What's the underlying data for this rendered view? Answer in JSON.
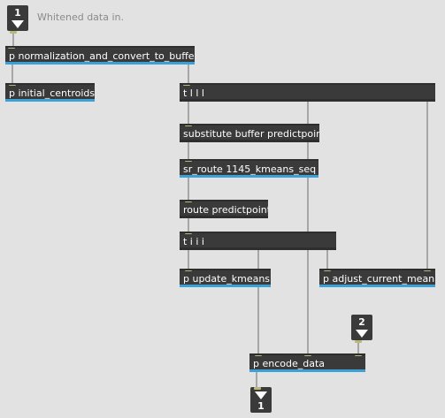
{
  "patcher": {
    "inlet_1": {
      "number": "1"
    },
    "inlet_2": {
      "number": "2"
    },
    "outlet_1": {
      "number": "1"
    },
    "comment_whitened": "Whitened data in.",
    "objects": {
      "normalization": "p normalization_and_convert_to_buffer",
      "initial_centroids": "p initial_centroids",
      "trigger_llll": "t l l l",
      "substitute": "substitute buffer predictpoint",
      "sr_route": "sr_route 1145_kmeans_seq",
      "route_predictpoint": "route predictpoint",
      "trigger_iii": "t i i i",
      "update_kmeans": "p update_kmeans",
      "adjust_current_mean": "p adjust_current_mean",
      "encode_data": "p encode_data"
    }
  },
  "colors": {
    "background": "#e2e2e2",
    "object_body": "#3a3a3a",
    "subpatcher_stripe": "#3ba0d6",
    "patch_cord": "#a7a7a7",
    "outlet_port": "#b8b878",
    "comment_text": "#8a8a8a"
  }
}
